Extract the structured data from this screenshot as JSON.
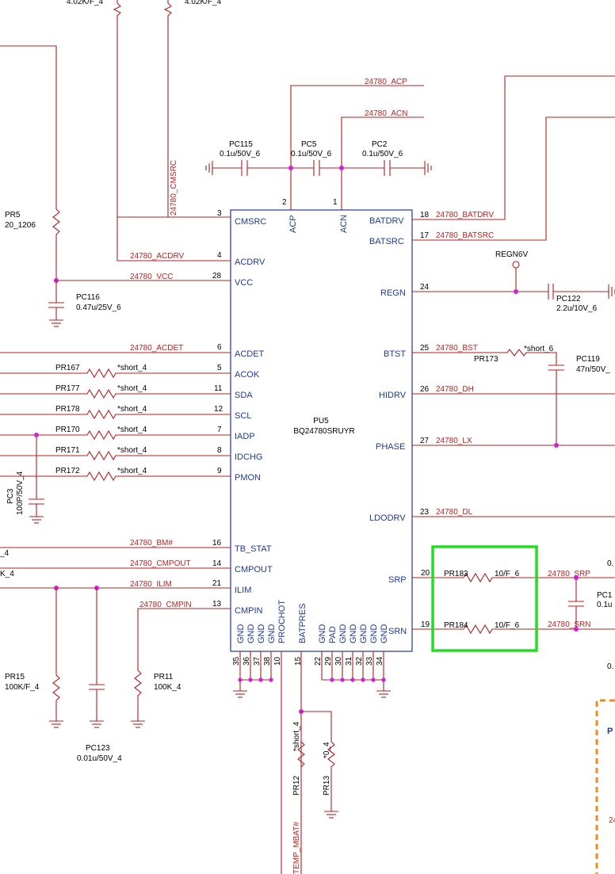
{
  "ic": {
    "ref": "PU5",
    "part": "BQ24780SRUYR",
    "left_pins": [
      {
        "name": "CMSRC",
        "num": "3",
        "net": "24780_CMSRC"
      },
      {
        "name": "ACDRV",
        "num": "4",
        "net": "24780_ACDRV"
      },
      {
        "name": "VCC",
        "num": "28",
        "net": "24780_VCC"
      },
      {
        "name": "ACDET",
        "num": "6",
        "net": "24780_ACDET"
      },
      {
        "name": "ACOK",
        "num": "5"
      },
      {
        "name": "SDA",
        "num": "11"
      },
      {
        "name": "SCL",
        "num": "12"
      },
      {
        "name": "IADP",
        "num": "7"
      },
      {
        "name": "IDCHG",
        "num": "8"
      },
      {
        "name": "PMON",
        "num": "9"
      },
      {
        "name": "TB_STAT",
        "num": "16",
        "net": "24780_BM#"
      },
      {
        "name": "CMPOUT",
        "num": "14",
        "net": "24780_CMPOUT"
      },
      {
        "name": "ILIM",
        "num": "21",
        "net": "24780_ILIM"
      },
      {
        "name": "CMPIN",
        "num": "13",
        "net": "24780_CMPIN"
      }
    ],
    "right_pins": [
      {
        "name": "BATDRV",
        "num": "18",
        "net": "24780_BATDRV"
      },
      {
        "name": "BATSRC",
        "num": "17",
        "net": "24780_BATSRC"
      },
      {
        "name": "REGN",
        "num": "24"
      },
      {
        "name": "BTST",
        "num": "25",
        "net": "24780_BST"
      },
      {
        "name": "HIDRV",
        "num": "26",
        "net": "24780_DH"
      },
      {
        "name": "PHASE",
        "num": "27",
        "net": "24780_LX"
      },
      {
        "name": "LDODRV",
        "num": "23",
        "net": "24780_DL"
      },
      {
        "name": "SRP",
        "num": "20",
        "net": "24780_SRP"
      },
      {
        "name": "SRN",
        "num": "19",
        "net": "24780_SRN"
      }
    ],
    "top_pins": [
      {
        "name": "ACP",
        "num": "2",
        "net": "24780_ACP"
      },
      {
        "name": "ACN",
        "num": "1",
        "net": "24780_ACN"
      }
    ],
    "bottom_pins": [
      {
        "name": "GND",
        "num": "35"
      },
      {
        "name": "GND",
        "num": "36"
      },
      {
        "name": "GND",
        "num": "37"
      },
      {
        "name": "GND",
        "num": "38"
      },
      {
        "name": "PROCHOT",
        "num": "10"
      },
      {
        "name": "BATPRES",
        "num": "15"
      },
      {
        "name": "GND",
        "num": "22"
      },
      {
        "name": "PAD",
        "num": "29"
      },
      {
        "name": "GND",
        "num": "30"
      },
      {
        "name": "GND",
        "num": "31"
      },
      {
        "name": "GND",
        "num": "32"
      },
      {
        "name": "GND",
        "num": "33"
      },
      {
        "name": "GND",
        "num": "34"
      }
    ]
  },
  "components": {
    "pc115": {
      "ref": "PC115",
      "value": "0.1u/50V_6"
    },
    "pc5": {
      "ref": "PC5",
      "value": "0.1u/50V_6"
    },
    "pc2": {
      "ref": "PC2",
      "value": "0.1u/50V_6"
    },
    "pr5": {
      "ref": "PR5",
      "value": "20_1206"
    },
    "pc116": {
      "ref": "PC116",
      "value": "0.47u/25V_6"
    },
    "pr167": {
      "ref": "PR167",
      "value": "*short_4"
    },
    "pr177": {
      "ref": "PR177",
      "value": "*short_4"
    },
    "pr178": {
      "ref": "PR178",
      "value": "*short_4"
    },
    "pr170": {
      "ref": "PR170",
      "value": "*short_4"
    },
    "pr171": {
      "ref": "PR171",
      "value": "*short_4"
    },
    "pr172": {
      "ref": "PR172",
      "value": "*short_4"
    },
    "pc3": {
      "ref": "PC3",
      "value": "100P/50V_4"
    },
    "pr15": {
      "ref": "PR15",
      "value": "100K/F_4"
    },
    "pc123": {
      "ref": "PC123",
      "value": "0.01u/50V_4"
    },
    "pr11": {
      "ref": "PR11",
      "value": "100K_4"
    },
    "pr12": {
      "ref": "PR12",
      "value": "*short_4"
    },
    "pr13": {
      "ref": "PR13",
      "value": "*0_4"
    },
    "pc122": {
      "ref": "PC122",
      "value": "2.2u/10V_6"
    },
    "pr173": {
      "ref": "PR173",
      "value": "*short_6"
    },
    "pc119": {
      "ref": "PC119",
      "value": "47n/50V_"
    },
    "pr183": {
      "ref": "PR183",
      "value": "10/F_6"
    },
    "pr184": {
      "ref": "PR184",
      "value": "10/F_6"
    }
  },
  "nets": {
    "regn6v": "REGN6V",
    "temp_mbat": "TEMP_MBAT#",
    "srp_right": "24780_SRP",
    "srn_right": "24780_SRN"
  },
  "clipped_text": {
    "top_left_a": "4.02K/F_4",
    "top_left_b": "4.02K/F_4",
    "left_a": "_4",
    "left_b": "K_4",
    "right_a": "0.",
    "right_b": "PC1",
    "right_c": "0.1u",
    "right_d": "0.",
    "right_e": "P",
    "right_f": "24"
  },
  "colors": {
    "wire": "#b02020",
    "ic_outline": "#1f3a93",
    "junction": "#d020d0",
    "highlight_box": "#22dd22",
    "sheet_border": "#f08a1a"
  }
}
